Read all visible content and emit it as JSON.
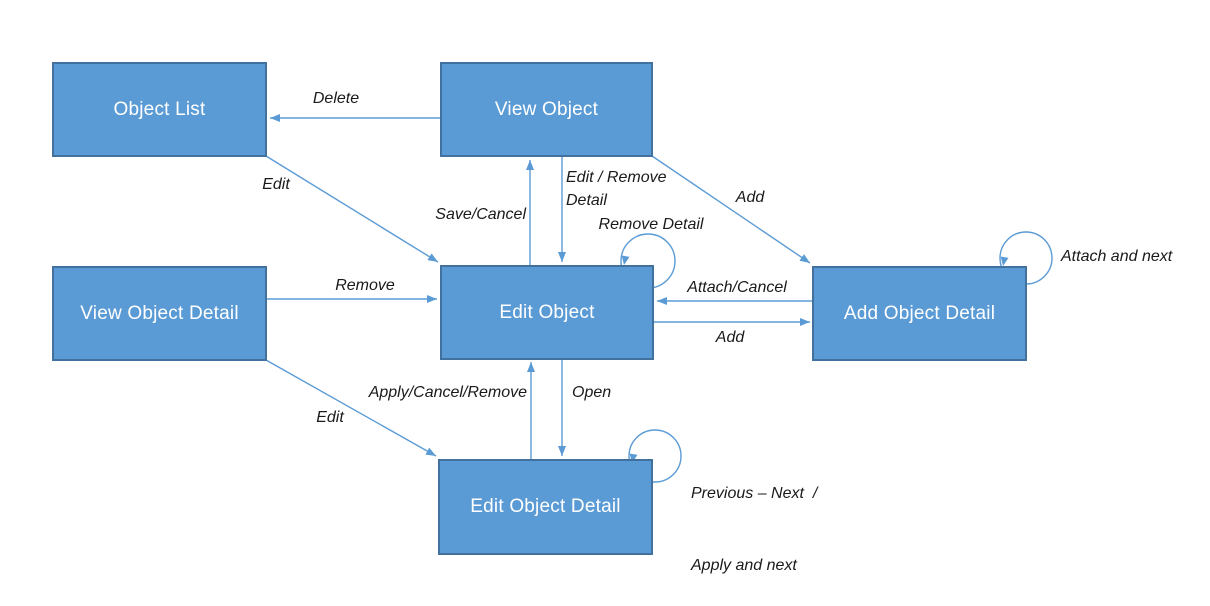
{
  "diagram": {
    "colors": {
      "node_fill": "#5b9bd5",
      "node_border": "#41719c",
      "connector": "#5b9bd5",
      "node_text": "#ffffff",
      "label_text": "#1a1a1a",
      "background": "#ffffff"
    },
    "nodes": {
      "object_list": "Object List",
      "view_object": "View Object",
      "view_object_detail": "View Object Detail",
      "edit_object": "Edit Object",
      "add_object_detail": "Add Object Detail",
      "edit_object_detail": "Edit Object Detail"
    },
    "edges": {
      "delete": "Delete",
      "edit_from_list": "Edit",
      "save_cancel": "Save/Cancel",
      "edit_remove_detail": "Edit / Remove Detail",
      "add_from_view": "Add",
      "remove_detail_loop": "Remove Detail",
      "remove": "Remove",
      "attach_cancel": "Attach/Cancel",
      "add_to_add_detail": "Add",
      "attach_and_next_loop": "Attach and next",
      "apply_cancel_remove": "Apply/Cancel/Remove",
      "open": "Open",
      "edit_from_view_detail": "Edit",
      "prev_next_loop_line1": "Previous – Next  /",
      "prev_next_loop_line2": "Apply and next"
    }
  }
}
